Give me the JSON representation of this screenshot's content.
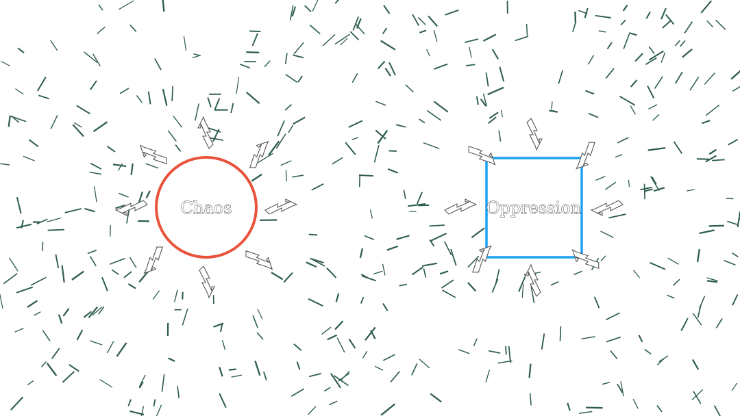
{
  "diagram": {
    "nodes": [
      {
        "id": "chaos",
        "shape": "circle",
        "label": "Chaos",
        "outline_color": "#e8533a"
      },
      {
        "id": "oppression",
        "shape": "square",
        "label": "Oppression",
        "outline_color": "#1da1f2"
      }
    ],
    "field_line_color": "#2f5d50",
    "bolt_icon": "lightning-bolt-icon",
    "bolts_per_node": 8,
    "chaos_bolt_direction": "outward",
    "oppression_bolt_direction": "inward"
  }
}
